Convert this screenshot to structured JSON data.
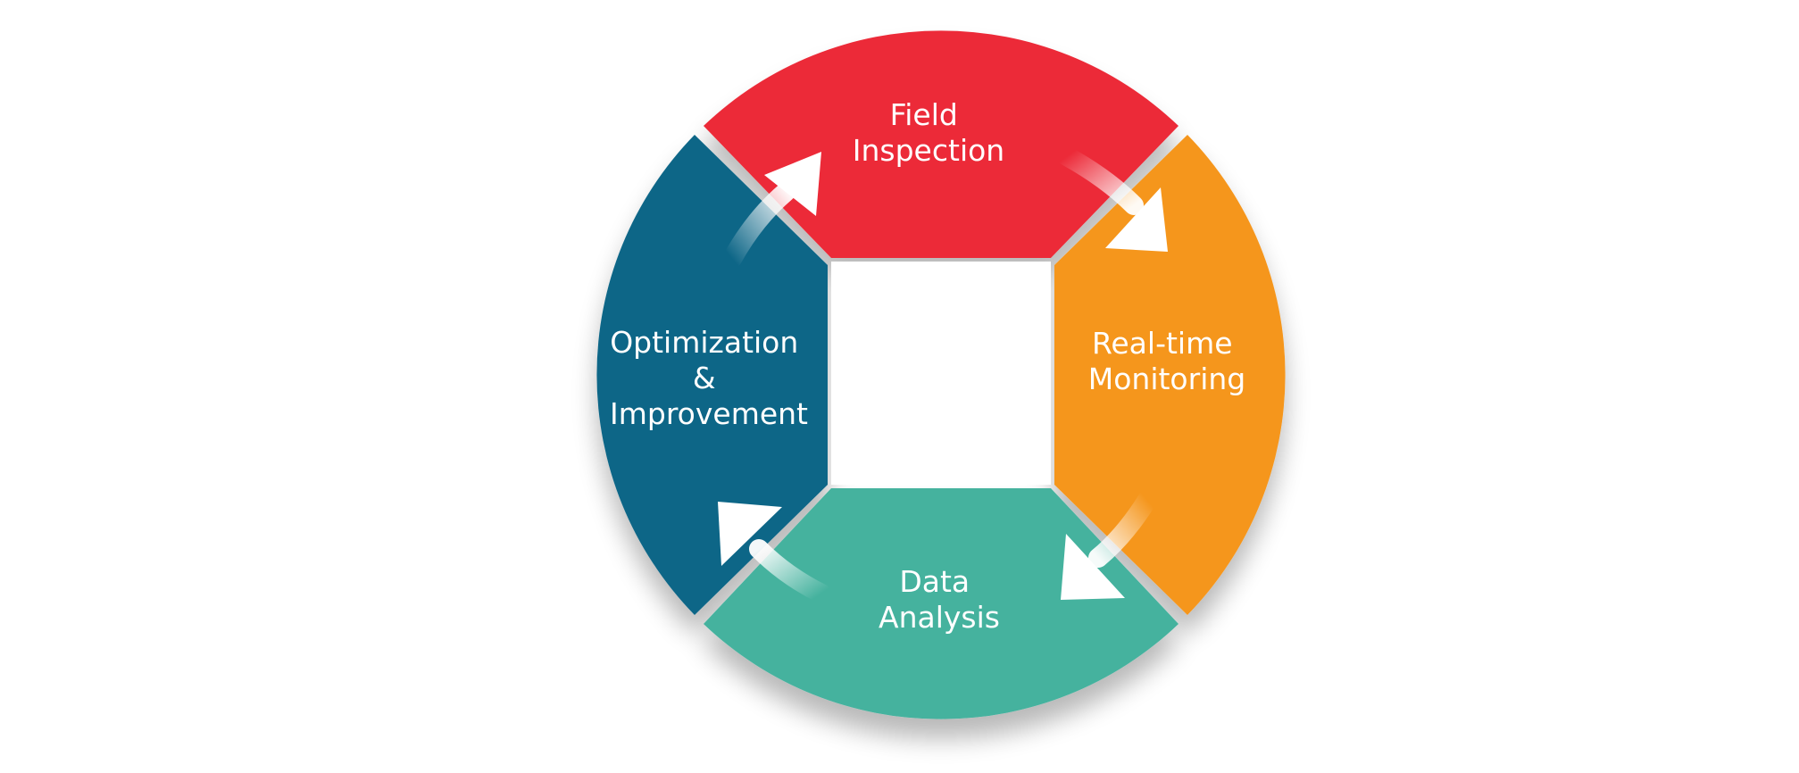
{
  "diagram": {
    "stages": [
      {
        "id": "field-inspection",
        "lines": [
          "Field",
          "Inspection"
        ],
        "color": "#EC2C39"
      },
      {
        "id": "real-time-monitoring",
        "lines": [
          "Real-time",
          "Monitoring"
        ],
        "color": "#F5961F"
      },
      {
        "id": "data-analysis",
        "lines": [
          "Data",
          "Analysis"
        ],
        "color": "#45B29E"
      },
      {
        "id": "optimization-improvement",
        "lines": [
          "Optimization",
          "&",
          "Improvement"
        ],
        "color": "#0C6687"
      }
    ],
    "arrow_color": "#ffffff",
    "center_color": "#ffffff"
  }
}
